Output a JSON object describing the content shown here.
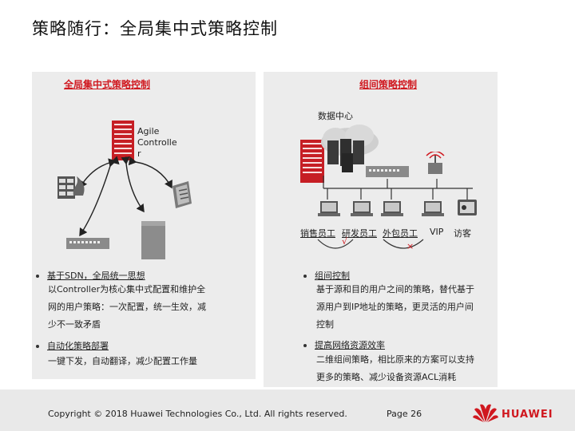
{
  "title": "策略随行：全局集中式策略控制",
  "left": {
    "heading": "全局集中式策略控制",
    "controller_label": [
      "Agile",
      "Controlle",
      "r"
    ],
    "bullets": [
      {
        "title": "基于SDN，全局统一思想",
        "lines": [
          "以Controller为核心集中式配置和维护全",
          "网的用户策略：一次配置，统一生效，减",
          "少不一致矛盾"
        ]
      },
      {
        "title": "自动化策略部署",
        "lines": [
          "一键下发，自动翻译，减少配置工作量"
        ]
      }
    ]
  },
  "right": {
    "heading": "组间策略控制",
    "datacenter": "数据中心",
    "user_groups": [
      "销售员工",
      "研发员工",
      "外包员工",
      "VIP",
      "访客"
    ],
    "allow_mark": "√",
    "deny_mark": "×",
    "bullets": [
      {
        "title": "组间控制",
        "lines": [
          "基于源和目的用户之间的策略，替代基于",
          "源用户到IP地址的策略，更灵活的用户间",
          "控制"
        ]
      },
      {
        "title": "提高网络资源效率",
        "lines": [
          "二维组间策略，相比原来的方案可以支持",
          "更多的策略、减少设备资源ACL消耗"
        ]
      }
    ]
  },
  "footer": {
    "copyright": "Copyright © 2018 Huawei Technologies Co., Ltd. All rights reserved.",
    "page": "Page 26",
    "brand": "HUAWEI"
  },
  "colors": {
    "accent": "#d0181f",
    "panel": "#ececec",
    "footer": "#e9e9e9"
  },
  "icons": [
    "server-rack-icon",
    "firewall-icon",
    "access-point-icon",
    "switch-icon",
    "cloud-server-icon",
    "wireless-ap-icon",
    "laptop-icon",
    "tablet-icon",
    "huawei-logo-icon"
  ]
}
